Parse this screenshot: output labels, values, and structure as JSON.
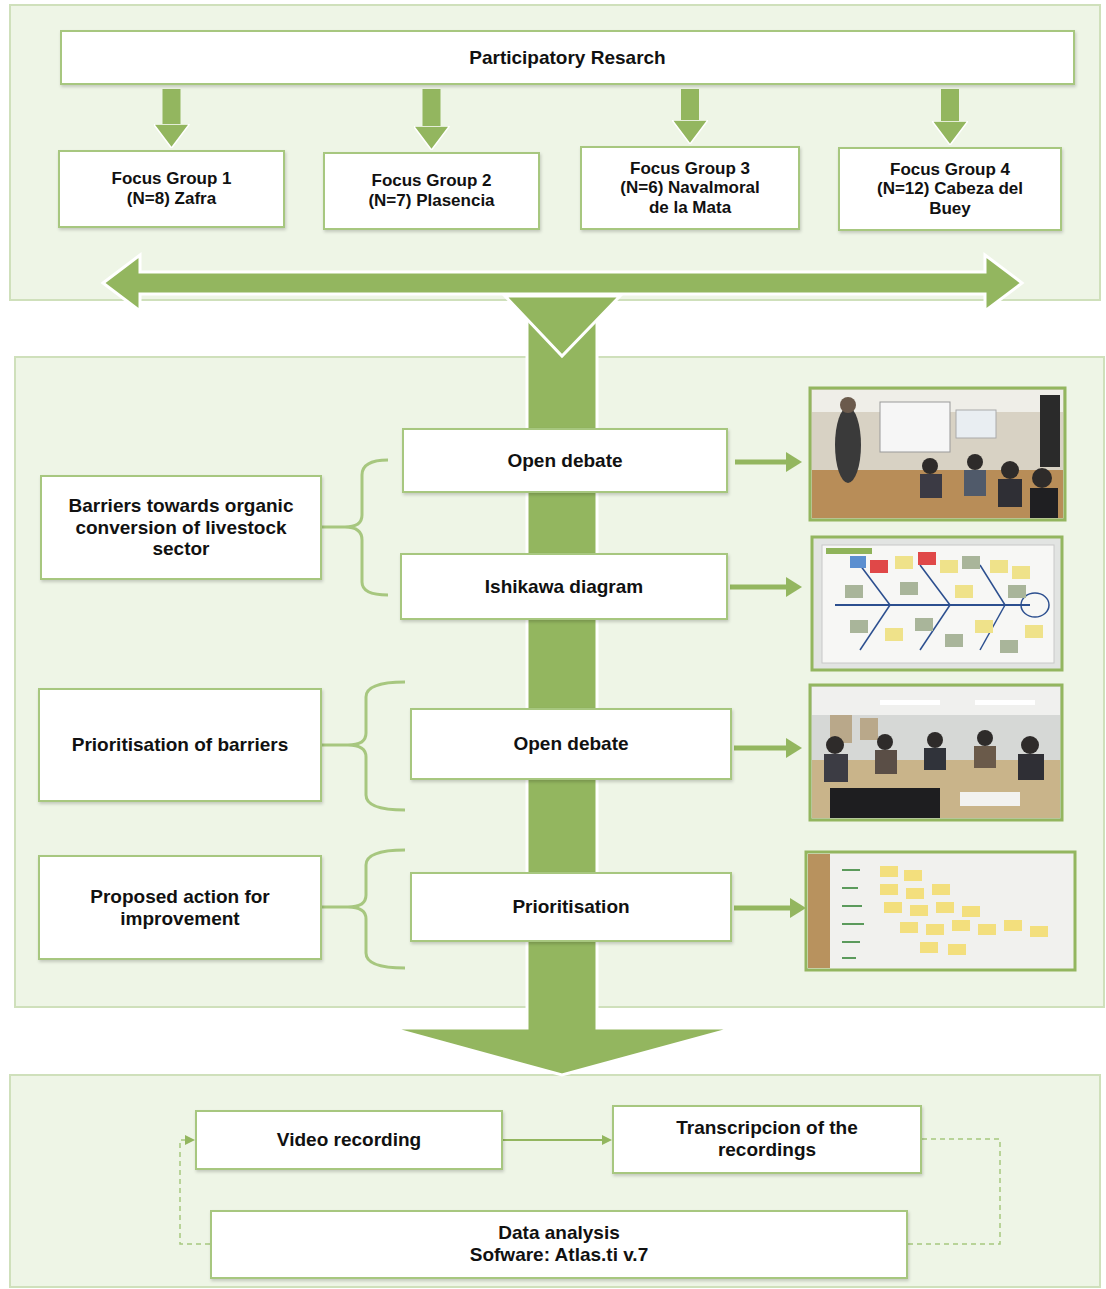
{
  "diagram": {
    "nodes": [
      {
        "text": [
          "Participatory Resarch"
        ]
      },
      {
        "text": [
          "Focus Group 1 (N=8) Zafra"
        ]
      },
      {
        "text": [
          "Focus Group 2 (N=7) Plasencia"
        ]
      },
      {
        "text": [
          "Focus Group 3 (N=6) Navalmoral de la Mata"
        ]
      },
      {
        "text": [
          "Focus Group 4 (N=12) Cabeza del Buey"
        ]
      },
      {
        "text": [
          "Barriers towards organic conversion of livestock sector"
        ]
      },
      {
        "text": [
          "Open debate"
        ]
      },
      {
        "text": [
          "Ishikawa diagram"
        ]
      },
      {
        "text": [
          "Prioritisation of barriers"
        ]
      },
      {
        "text": [
          "Open debate"
        ]
      },
      {
        "text": [
          "Proposed action for improvement"
        ]
      },
      {
        "text": [
          "Prioritisation"
        ]
      },
      {
        "text": [
          "Video recording"
        ]
      },
      {
        "text": [
          "Transcripcion of the recordings"
        ]
      },
      {
        "text": [
          "Data analysis",
          "Sofware: Atlas.ti v.7"
        ]
      }
    ],
    "edges": [
      {
        "from": 0,
        "to": 1,
        "arrow": "to"
      },
      {
        "from": 0,
        "to": 2,
        "arrow": "to"
      },
      {
        "from": 0,
        "to": 3,
        "arrow": "to"
      },
      {
        "from": 0,
        "to": 4,
        "arrow": "to"
      },
      {
        "from": 12,
        "to": 13,
        "arrow": "to"
      },
      {
        "from": 13,
        "to": 14,
        "arrow": "none"
      },
      {
        "from": 14,
        "to": 12,
        "arrow": "to"
      }
    ]
  }
}
